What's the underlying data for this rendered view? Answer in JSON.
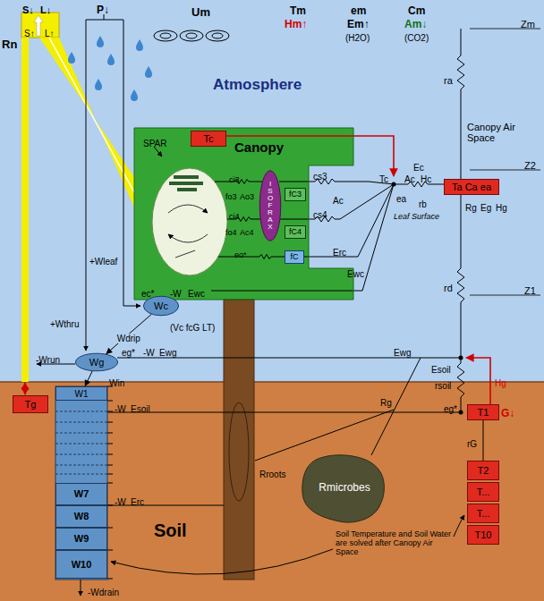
{
  "diagram": {
    "nodes": [
      {
        "text": [
          "Canopy"
        ]
      },
      {
        "text": [
          "Tc"
        ],
        "in": 0
      },
      {
        "text": [
          "ISOFRAX"
        ],
        "in": 0
      },
      {
        "text": [
          "fC3"
        ],
        "in": 0
      },
      {
        "text": [
          "fC4"
        ],
        "in": 0
      },
      {
        "text": [
          "fC"
        ],
        "in": 0
      },
      {
        "text": [
          "Wc"
        ]
      },
      {
        "text": [
          "Wg"
        ]
      },
      {
        "text": [
          "Ta Ca ea"
        ]
      },
      {
        "text": [
          "Tg"
        ]
      },
      {
        "text": [
          "W1"
        ]
      },
      {
        "text": [
          "W7"
        ]
      },
      {
        "text": [
          "W8"
        ]
      },
      {
        "text": [
          "W9"
        ]
      },
      {
        "text": [
          "W10"
        ]
      },
      {
        "text": [
          "Rmicrobes"
        ]
      },
      {
        "text": [
          "T1"
        ]
      },
      {
        "text": [
          "T2"
        ]
      },
      {
        "text": [
          "T..."
        ]
      },
      {
        "text": [
          "T..."
        ]
      },
      {
        "text": [
          "T10"
        ]
      }
    ],
    "edges": [
      {
        "from": 6,
        "to": 7,
        "arrow": "to",
        "label": "Wdrip"
      },
      {
        "from": 7,
        "to": 10,
        "arrow": "to"
      },
      {
        "from": 16,
        "to": 17,
        "arrow": "none"
      }
    ],
    "labels": [
      "Rn",
      "S↓",
      "L↓",
      "S↑",
      "L↑",
      "P↓",
      "Um",
      "Tm",
      "Hm↑",
      "em",
      "Em↑",
      "(H2O)",
      "Cm",
      "Am↓",
      "(CO2)",
      "Zm",
      "Atmosphere",
      "ra",
      "Canopy Air Space",
      "Z2",
      "Z1",
      "SPAR",
      "ci3",
      "fo3",
      "Ao3",
      "ci4",
      "fo4",
      "Ac4",
      "eo*",
      "cs3",
      "Ac",
      "cs4",
      "Ec",
      "Ac",
      "Hc",
      "Tc",
      "ea",
      "rb",
      "Leaf Surface",
      "Rg",
      "Eg",
      "Hg",
      "Erc",
      "Ewc",
      "rd",
      "ec*",
      "-W",
      "Ewc",
      "(Vc fcG LT)",
      "+Wleaf",
      "+Wthru",
      "-Wrun",
      "Win",
      "eg*",
      "-W",
      "Ewg",
      "Ewg",
      "Esoil",
      "rsoil",
      "eg*",
      "Hg",
      "G↓",
      "rG",
      "-W",
      "Esoil",
      "-W",
      "Erc",
      "Rroots",
      "Rg",
      "Soil",
      "Soil Temperature and Soil Water are solved after Canopy Air Space",
      "-Wdrain"
    ]
  }
}
